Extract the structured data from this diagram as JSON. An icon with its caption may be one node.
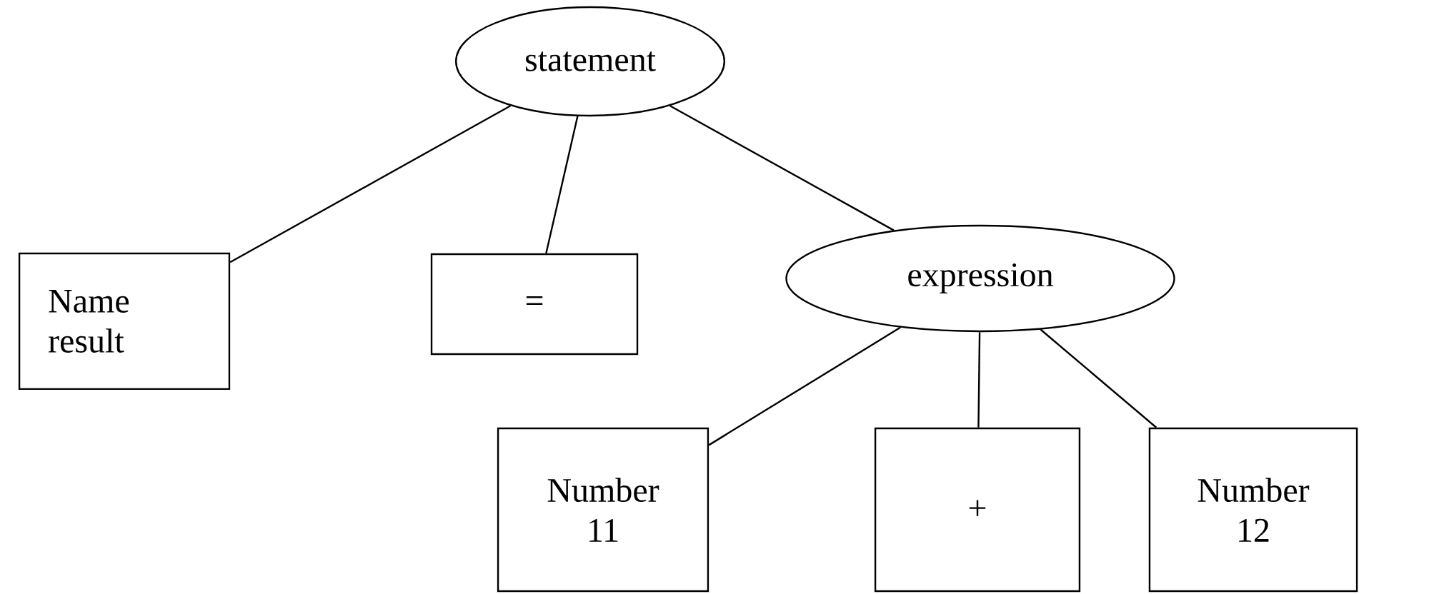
{
  "diagram": {
    "nodes": [
      {
        "text": [
          "statement"
        ]
      },
      {
        "text": [
          "Name result"
        ]
      },
      {
        "text": [
          "="
        ]
      },
      {
        "text": [
          "expression"
        ]
      },
      {
        "text": [
          "Number 11"
        ]
      },
      {
        "text": [
          "+"
        ]
      },
      {
        "text": [
          "Number 12"
        ]
      }
    ],
    "edges": [
      {
        "from": 0,
        "to": 1,
        "arrow": "none"
      },
      {
        "from": 0,
        "to": 2,
        "arrow": "none"
      },
      {
        "from": 0,
        "to": 3,
        "arrow": "none"
      },
      {
        "from": 3,
        "to": 4,
        "arrow": "none"
      },
      {
        "from": 3,
        "to": 5,
        "arrow": "none"
      },
      {
        "from": 3,
        "to": 6,
        "arrow": "none"
      }
    ]
  }
}
